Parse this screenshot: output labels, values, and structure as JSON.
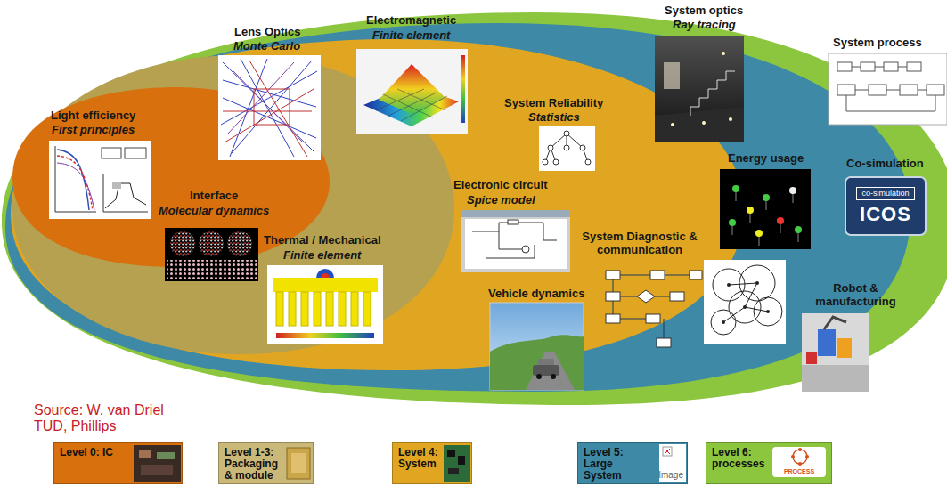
{
  "diagram": {
    "nodes": [
      {
        "text": [
          "co-simulation",
          "ICOS"
        ]
      },
      {
        "text": [
          "Level 0: IC"
        ]
      },
      {
        "text": [
          "Level 1-3: Packaging & module"
        ]
      },
      {
        "text": [
          "Level 4: System"
        ]
      },
      {
        "text": [
          "Level 5: Large System",
          "Image"
        ]
      },
      {
        "text": [
          "Level 6: processes"
        ]
      },
      {
        "text": [
          "PROCESS"
        ],
        "in": 5
      }
    ],
    "labels": [
      "System optics",
      "Ray tracing",
      "System process",
      "Electromagnetic",
      "Finite element",
      "Lens Optics",
      "Monte Carlo",
      "System Reliability",
      "Statistics",
      "Light efficiency",
      "First principles",
      "Energy usage",
      "Co-simulation",
      "Electronic circuit",
      "Spice model",
      "Interface",
      "Molecular dynamics",
      "Thermal / Mechanical",
      "Finite element",
      "System Diagnostic & communication",
      "Robot & manufacturing",
      "Vehicle dynamics",
      "Source: W. van Driel TUD, Phillips"
    ]
  }
}
